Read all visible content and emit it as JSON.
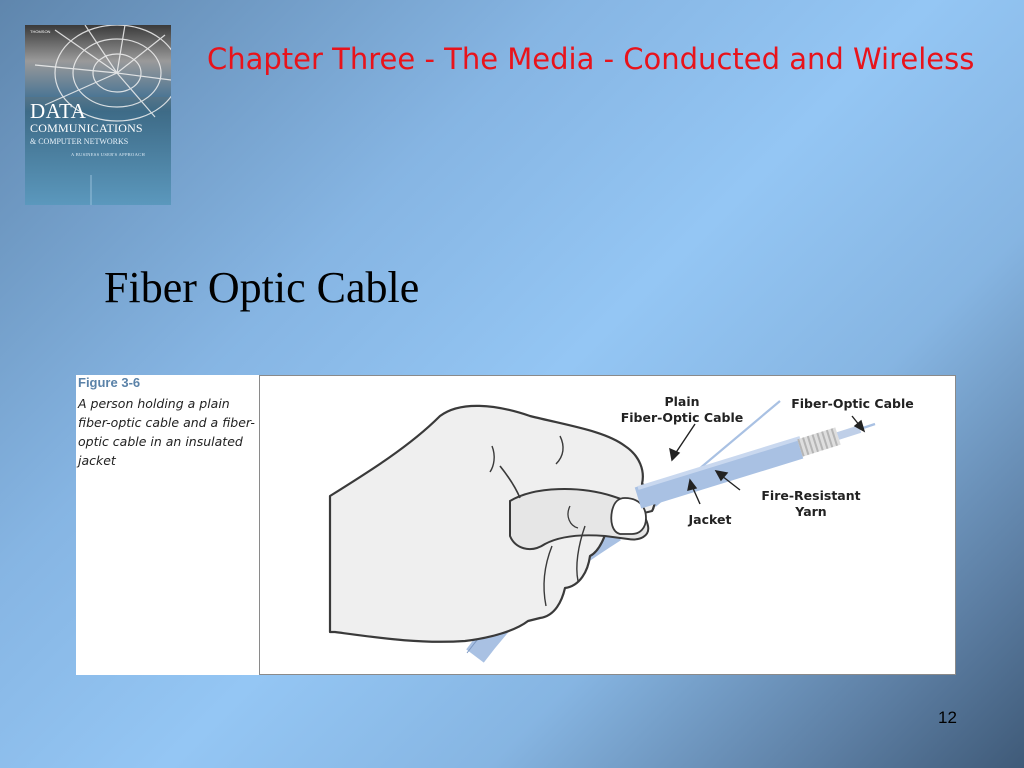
{
  "book_cover": {
    "publisher": "THOMSON",
    "title_line1": "DATA",
    "title_line2": "COMMUNICATIONS",
    "title_line3": "& COMPUTER NETWORKS",
    "subtitle": "A BUSINESS USER'S APPROACH"
  },
  "header": {
    "chapter_title": "Chapter Three - The Media - Conducted and Wireless"
  },
  "slide": {
    "title": "Fiber Optic Cable"
  },
  "figure": {
    "label": "Figure 3-6",
    "caption": "A person holding a plain fiber-optic cable and a fiber-optic cable in an insulated jacket",
    "callouts": {
      "plain_line1": "Plain",
      "plain_line2": "Fiber-Optic Cable",
      "fiber_optic_cable": "Fiber-Optic Cable",
      "fire_resistant_yarn": "Fire-Resistant Yarn",
      "jacket": "Jacket"
    }
  },
  "footer": {
    "page_number": "12"
  },
  "colors": {
    "chapter_title": "#e8131b",
    "figure_label": "#5a82a8",
    "cable_blue": "#a9c1e3"
  }
}
